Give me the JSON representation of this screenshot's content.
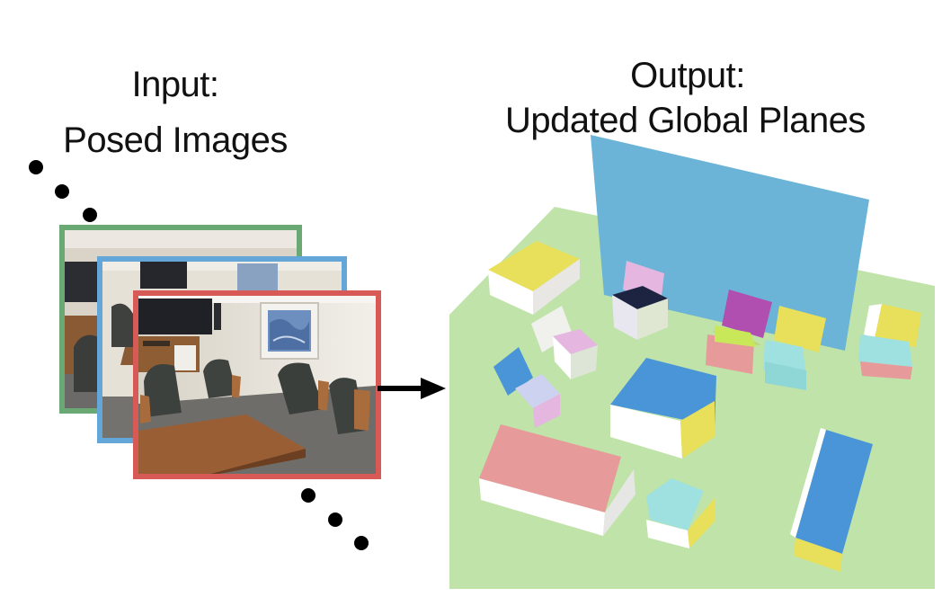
{
  "input": {
    "title_line1": "Input:",
    "title_line2": "Posed Images",
    "frame_colors": [
      "#6aa874",
      "#64a6d8",
      "#d85a56"
    ]
  },
  "output": {
    "title_line1": "Output:",
    "title_line2": "Updated Global Planes",
    "floor_color": "#bfe3a8",
    "wall_color": "#6bb4d8"
  },
  "colors": {
    "yellow": "#e8e05a",
    "blue": "#4a94d8",
    "pink": "#e79a9a",
    "magenta": "#b04fb0",
    "lavender": "#e4b6e0",
    "cyan": "#9fe0e0",
    "navy": "#1c2442"
  },
  "icons": [
    "arrow-right-icon",
    "ellipsis-dots-icon"
  ]
}
